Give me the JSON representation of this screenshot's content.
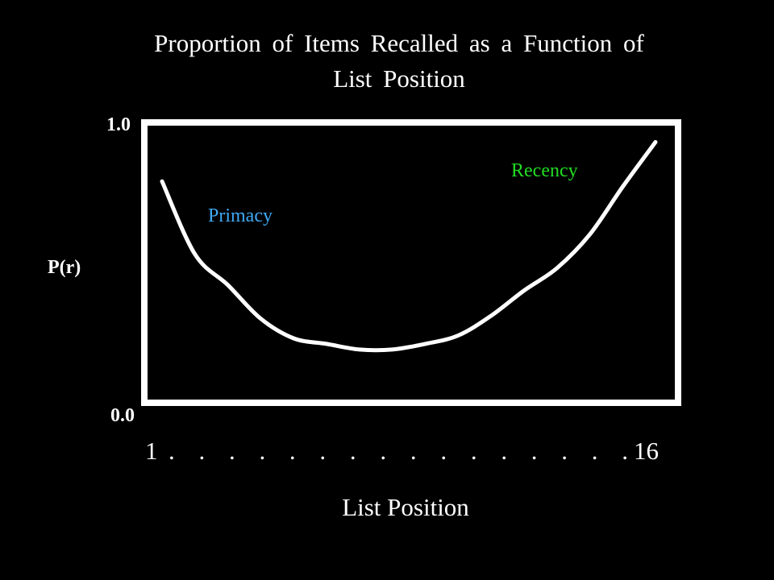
{
  "chart_data": {
    "type": "line",
    "title_line1": "Proportion of Items Recalled as a Function of",
    "title_line2": "List Position",
    "xlabel": "List Position",
    "ylabel": "P(r)",
    "x_tick_start": "1",
    "x_tick_dots": ". . . . . . . . . . . . . . . .",
    "x_tick_end": "16",
    "y_tick_top": "1.0",
    "y_tick_bottom": "0.0",
    "xlim": [
      1,
      16
    ],
    "ylim": [
      0.0,
      1.0
    ],
    "grid": false,
    "series": [
      {
        "x": [
          1,
          2,
          3,
          4,
          5,
          6,
          7,
          8,
          9,
          10,
          11,
          12,
          13,
          14,
          15,
          16
        ],
        "y": [
          0.79,
          0.53,
          0.42,
          0.3,
          0.23,
          0.21,
          0.19,
          0.19,
          0.21,
          0.24,
          0.31,
          0.4,
          0.48,
          0.6,
          0.77,
          0.93
        ],
        "color": "#ffffff"
      }
    ],
    "annotations": [
      {
        "text": "Primacy",
        "color": "#3fa9f5"
      },
      {
        "text": "Recency",
        "color": "#22dd22"
      }
    ]
  }
}
